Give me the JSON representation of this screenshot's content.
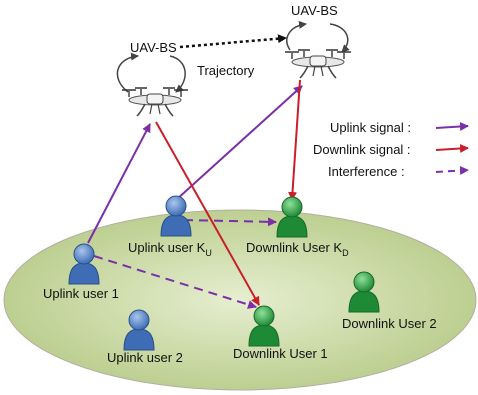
{
  "uav": {
    "left_label": "UAV-BS",
    "right_label": "UAV-BS",
    "trajectory_label": "Trajectory"
  },
  "legend": {
    "uplink_label": "Uplink signal :",
    "downlink_label": "Downlink signal :",
    "interference_label": "Interference :"
  },
  "users": {
    "uplink_user_1": "Uplink user 1",
    "uplink_user_2": "Uplink user 2",
    "uplink_user_ku_base": "Uplink user K",
    "uplink_user_ku_sub": "U",
    "downlink_user_1": "Downlink User 1",
    "downlink_user_2": "Downlink User 2",
    "downlink_user_kd_base": "Downlink User K",
    "downlink_user_kd_sub": "D"
  },
  "colors": {
    "uplink": "#7b2fa8",
    "downlink": "#c8202a",
    "interference": "#7b2fa8",
    "ground": "#c9d8a0",
    "uplink_user": "#4f7fc3",
    "downlink_user": "#2e9e44"
  }
}
